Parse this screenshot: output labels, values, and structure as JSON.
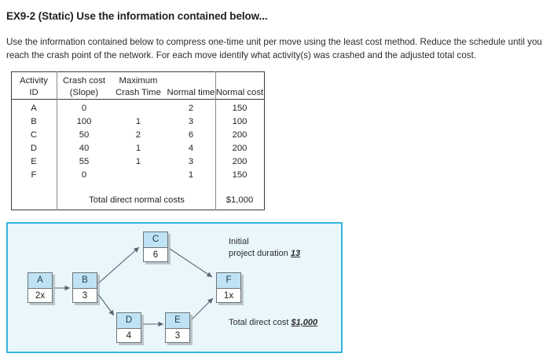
{
  "page": {
    "title": "EX9-2 (Static) Use the information contained below...",
    "intro": "Use the information contained below to compress one-time unit per move using the least cost method. Reduce the schedule until you reach the crash point of the network. For each move identify what activity(s) was crashed and the adjusted total cost."
  },
  "table": {
    "headers": {
      "col1_line1": "Activity",
      "col1_line2": "ID",
      "col2_line1": "Crash cost",
      "col2_line2": "(Slope)",
      "col3_line1": "Maximum",
      "col3_line2": "Crash Time",
      "col4_line2": "Normal time",
      "col5_line2": "Normal cost"
    },
    "rows": [
      {
        "id": "A",
        "slope": "0",
        "max_crash_time": "",
        "normal_time": "2",
        "normal_cost": "150"
      },
      {
        "id": "B",
        "slope": "100",
        "max_crash_time": "1",
        "normal_time": "3",
        "normal_cost": "100"
      },
      {
        "id": "C",
        "slope": "50",
        "max_crash_time": "2",
        "normal_time": "6",
        "normal_cost": "200"
      },
      {
        "id": "D",
        "slope": "40",
        "max_crash_time": "1",
        "normal_time": "4",
        "normal_cost": "200"
      },
      {
        "id": "E",
        "slope": "55",
        "max_crash_time": "1",
        "normal_time": "3",
        "normal_cost": "200"
      },
      {
        "id": "F",
        "slope": "0",
        "max_crash_time": "",
        "normal_time": "1",
        "normal_cost": "150"
      }
    ],
    "total_label": "Total direct normal costs",
    "total_value": "$1,000"
  },
  "network": {
    "nodes": [
      {
        "key": "A",
        "label": "A",
        "duration": "2x"
      },
      {
        "key": "B",
        "label": "B",
        "duration": "3"
      },
      {
        "key": "C",
        "label": "C",
        "duration": "6"
      },
      {
        "key": "D",
        "label": "D",
        "duration": "4"
      },
      {
        "key": "E",
        "label": "E",
        "duration": "3"
      },
      {
        "key": "F",
        "label": "F",
        "duration": "1x"
      }
    ],
    "annotations": {
      "duration_line1": "Initial",
      "duration_line2_prefix": "project duration ",
      "duration_value": "13",
      "cost_prefix": "Total direct cost ",
      "cost_value": "$1,000"
    },
    "colors": {
      "panel_border": "#35b5dc",
      "panel_fill": "#e9f7fc",
      "node_header": "#bfe3f4",
      "node_border": "#6d7478",
      "arrow": "#55646e"
    }
  }
}
